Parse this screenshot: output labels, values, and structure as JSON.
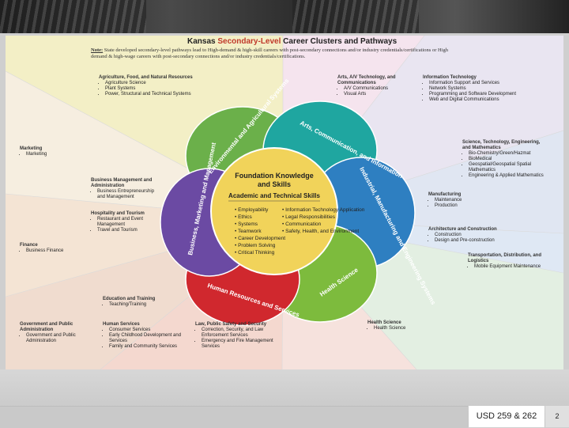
{
  "title_prefix": "Kansas ",
  "title_em": "Secondary-Level",
  "title_suffix": " Career Clusters and Pathways",
  "note_label": "Note:",
  "note_text": " State developed secondary-level pathways lead to High-demand & high-skill careers with post-secondary connections and/or industry credentials/certifications or High demand & high-wage careers with post-secondary connections and/or industry credentials/certifications.",
  "center": {
    "title_line1": "Foundation Knowledge",
    "title_line2": "and Skills",
    "subtitle": "Academic and Technical Skills",
    "skills_left": [
      "Employability",
      "Ethics",
      "Systems",
      "Teamwork",
      "Career Development",
      "Problem Solving",
      "Critical Thinking"
    ],
    "skills_right": [
      "Information Technology Application",
      "Legal Responsibilities",
      "Communication",
      "Safety, Health, and Environment"
    ]
  },
  "petals": {
    "env": "Environmental and Agricultural Systems",
    "arts": "Arts, Communication, and Information",
    "ind": "Industrial, Manufacturing and Engineering Systems",
    "health": "Health Science",
    "human": "Human Resources and Services",
    "bus": "Business, Marketing and Management"
  },
  "clusters": [
    {
      "key": "ag",
      "head": "Agriculture, Food, and Natural Resources",
      "items": [
        "Agriculture Science",
        "Plant Systems",
        "Power, Structural and Technical Systems"
      ]
    },
    {
      "key": "arts",
      "head": "Arts, A/V Technology, and Communications",
      "items": [
        "A/V Communications",
        "Visual Arts"
      ]
    },
    {
      "key": "it",
      "head": "Information Technology",
      "items": [
        "Information Support and Services",
        "Network Systems",
        "Programming and Software Development",
        "Web and Digital Communications"
      ]
    },
    {
      "key": "marketing",
      "head": "Marketing",
      "items": [
        "Marketing"
      ]
    },
    {
      "key": "stem",
      "head": "Science, Technology, Engineering, and Mathematics",
      "items": [
        "Bio-Chemistry/Green/Hazmat",
        "BioMedical",
        "Geospatial/Geospatial Spatial Mathematics",
        "Engineering & Applied Mathematics"
      ]
    },
    {
      "key": "bma",
      "head": "Business Management and Administration",
      "items": [
        "Business Entrepreneurship and Management"
      ]
    },
    {
      "key": "ht",
      "head": "Hospitality and Tourism",
      "items": [
        "Restaurant and Event Management",
        "Travel and Tourism"
      ]
    },
    {
      "key": "mfg",
      "head": "Manufacturing",
      "items": [
        "Maintenance",
        "Production"
      ]
    },
    {
      "key": "finance",
      "head": "Finance",
      "items": [
        "Business Finance"
      ]
    },
    {
      "key": "arch",
      "head": "Architecture and Construction",
      "items": [
        "Construction",
        "Design and Pre-construction"
      ]
    },
    {
      "key": "tdl",
      "head": "Transportation, Distribution, and Logistics",
      "items": [
        "Mobile Equipment Maintenance"
      ]
    },
    {
      "key": "edu",
      "head": "Education and Training",
      "items": [
        "Teaching/Training"
      ]
    },
    {
      "key": "gov",
      "head": "Government and Public Administration",
      "items": [
        "Government and Public Administration"
      ]
    },
    {
      "key": "hs",
      "head": "Human Services",
      "items": [
        "Consumer Services",
        "Early Childhood Development and Services",
        "Family and Community Services"
      ]
    },
    {
      "key": "law",
      "head": "Law, Public Safety and Security",
      "items": [
        "Correction, Security, and Law Enforcement Services",
        "Emergency and Fire Management Services"
      ]
    },
    {
      "key": "health",
      "head": "Health Science",
      "items": [
        "Health Science"
      ]
    }
  ],
  "footer": {
    "org": "USD 259 & 262",
    "page": "2"
  },
  "colors": {
    "center": "#f1d35a",
    "green": "#6bb04a",
    "teal": "#1fa6a0",
    "blue": "#2e7fc1",
    "purple": "#6b4aa3",
    "red": "#d0282e",
    "orange": "#e07a2a",
    "yellowgreen": "#b8c93a"
  }
}
